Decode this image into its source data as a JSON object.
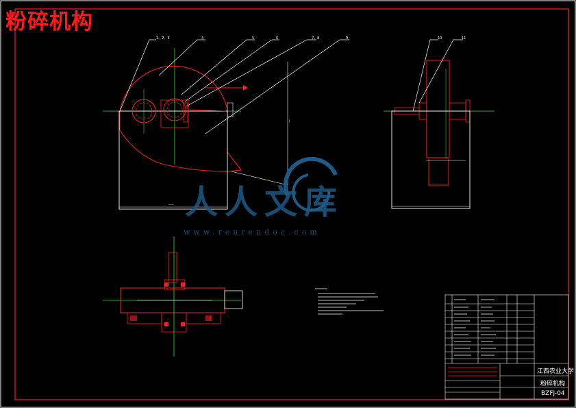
{
  "title": "粉碎机构",
  "watermark": {
    "logo_text": "人人文库",
    "url": "www.renrendoc.com"
  },
  "callouts": {
    "front_view": [
      "1、2、3",
      "4",
      "5",
      "6",
      "7、8",
      "9"
    ],
    "side_view": [
      "10",
      "11"
    ]
  },
  "title_block": {
    "school": "江西农业大学",
    "drawing_name": "粉碎机构",
    "drawing_number": "BZFJ-04"
  },
  "colors": {
    "background": "#000000",
    "frame": "#ff2020",
    "outline": "#ffffff",
    "centerline": "#33dd33",
    "title": "#ff1a1a",
    "watermark": "#1e5a86"
  }
}
